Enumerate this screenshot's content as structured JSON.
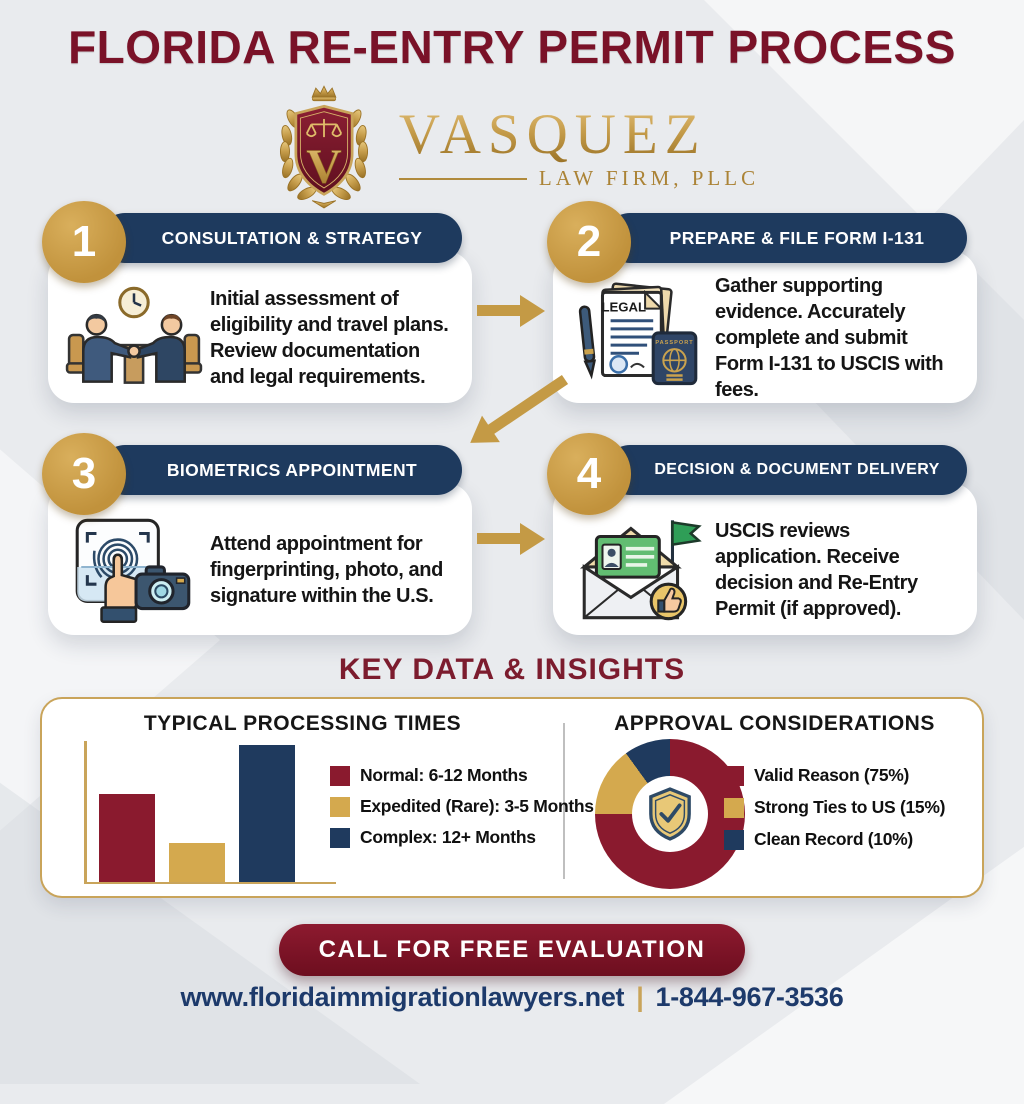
{
  "title": "FLORIDA RE-ENTRY PERMIT PROCESS",
  "logo": {
    "name": "VASQUEZ",
    "subtitle": "LAW FIRM, PLLC",
    "monogram": "V",
    "emblem": "laurel-crown-shield-scales-icon"
  },
  "steps": [
    {
      "number": "1",
      "title": "CONSULTATION & STRATEGY",
      "description": "Initial assessment of eligibility and travel plans. Review documentation and legal requirements.",
      "icon": "consultation-handshake-icon"
    },
    {
      "number": "2",
      "title": "PREPARE & FILE FORM I-131",
      "description": "Gather supporting evidence. Accurately complete and submit Form I-131 to USCIS with fees.",
      "icon": "legal-document-passport-icon"
    },
    {
      "number": "3",
      "title": "BIOMETRICS APPOINTMENT",
      "description": "Attend appointment for fingerprinting, photo, and signature within the U.S.",
      "icon": "fingerprint-camera-icon"
    },
    {
      "number": "4",
      "title": "DECISION & DOCUMENT DELIVERY",
      "description": "USCIS reviews application. Receive decision and Re-Entry Permit (if approved).",
      "icon": "envelope-permit-thumbsup-icon"
    }
  ],
  "icon_text": {
    "legal": "LEGAL",
    "passport": "PASSPORT"
  },
  "insights_heading": "KEY DATA & INSIGHTS",
  "chart_data": [
    {
      "type": "bar",
      "title": "TYPICAL PROCESSING TIMES",
      "categories": [
        "Normal",
        "Expedited (Rare)",
        "Complex"
      ],
      "values": [
        9,
        4,
        14
      ],
      "unit": "months",
      "ylim": [
        0,
        15
      ],
      "colors": [
        "#8a1a2e",
        "#d4a94e",
        "#1f3a5e"
      ],
      "legend": [
        "Normal: 6-12 Months",
        "Expedited (Rare): 3-5 Months",
        "Complex: 12+ Months"
      ],
      "legend_position": "right",
      "grid": false,
      "axis_color": "#c9a45a",
      "xlabel": "",
      "ylabel": ""
    },
    {
      "type": "pie",
      "title": "APPROVAL CONSIDERATIONS",
      "donut": true,
      "start_angle_deg": 0,
      "slices": [
        {
          "label": "Valid Reason (75%)",
          "value": 75,
          "color": "#8a1a2e"
        },
        {
          "label": "Strong Ties to US (15%)",
          "value": 15,
          "color": "#d4a94e"
        },
        {
          "label": "Clean Record (10%)",
          "value": 10,
          "color": "#1f3a5e"
        }
      ],
      "center_icon": "shield-check-icon",
      "legend_position": "right"
    }
  ],
  "cta": {
    "button_label": "CALL FOR FREE EVALUATION",
    "website": "www.floridaimmigrationlawyers.net",
    "separator": "|",
    "phone": "1-844-967-3536"
  },
  "colors": {
    "maroon": "#7a1228",
    "navy": "#1e3a5e",
    "gold": "#c49a45",
    "background": "#e9ebee",
    "card": "#ffffff",
    "footer_text": "#1d3a6b"
  }
}
